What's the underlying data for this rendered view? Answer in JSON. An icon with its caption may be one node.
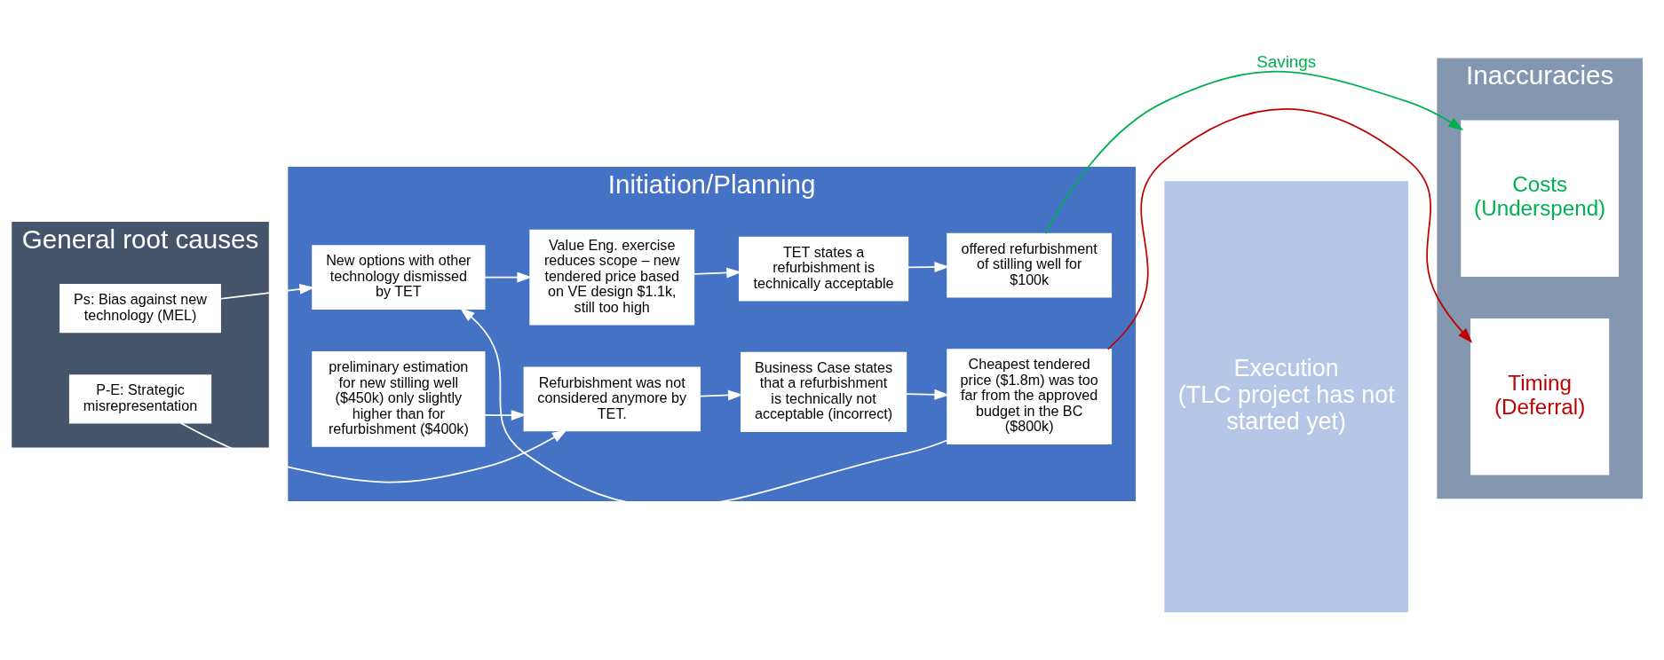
{
  "diagram": {
    "nodes": [
      {
        "text": [
          "General root causes"
        ]
      },
      {
        "text": [
          "P-E: Strategic misrepresentation"
        ],
        "in": 0
      },
      {
        "text": [
          "Ps: Bias against new technology (MEL)"
        ],
        "in": 0
      },
      {
        "text": [
          "Initiation/Planning"
        ]
      },
      {
        "text": [
          "preliminary estimation for new stilling well ($450k) only slightly higher than for refurbishment ($400k)"
        ],
        "in": 3
      },
      {
        "text": [
          "Refurbishment was not considered anymore by TET."
        ],
        "in": 3
      },
      {
        "text": [
          "Business Case states that a refurbishment is technically not acceptable (incorrect)"
        ],
        "in": 3
      },
      {
        "text": [
          "Cheapest tendered price ($1.8m) was too far from the approved budget in the BC ($800k)"
        ],
        "in": 3
      },
      {
        "text": [
          "New options with other technology dismissed by TET"
        ],
        "in": 3
      },
      {
        "text": [
          "Value Eng. exercise reduces scope – new tendered price based on VE design $1.1k, still too high"
        ],
        "in": 3
      },
      {
        "text": [
          "TET states a refurbishment is technically acceptable"
        ],
        "in": 3
      },
      {
        "text": [
          "offered refurbishment of stilling well for $100k"
        ],
        "in": 3
      },
      {
        "text": [
          "Execution",
          "(TLC project has not started yet)"
        ]
      },
      {
        "text": [
          "Inaccuracies"
        ]
      },
      {
        "text": [
          "Timing",
          "(Deferral)"
        ],
        "in": 13
      },
      {
        "text": [
          "Costs",
          "(Underspend)"
        ],
        "in": 13
      }
    ],
    "edges": [
      {
        "from": 1,
        "to": 5,
        "arrow": "to"
      },
      {
        "from": 4,
        "to": 5,
        "arrow": "to"
      },
      {
        "from": 5,
        "to": 6,
        "arrow": "to"
      },
      {
        "from": 6,
        "to": 7,
        "arrow": "to"
      },
      {
        "from": 7,
        "to": 14,
        "arrow": "to",
        "color": "#c00000"
      },
      {
        "from": 7,
        "to": 8,
        "arrow": "to"
      },
      {
        "from": 2,
        "to": 8,
        "arrow": "to"
      },
      {
        "from": 8,
        "to": 9,
        "arrow": "to"
      },
      {
        "from": 9,
        "to": 10,
        "arrow": "to"
      },
      {
        "from": 10,
        "to": 11,
        "arrow": "to"
      },
      {
        "from": 11,
        "to": 15,
        "arrow": "to",
        "label": "Savings",
        "color": "#00b050"
      }
    ]
  }
}
